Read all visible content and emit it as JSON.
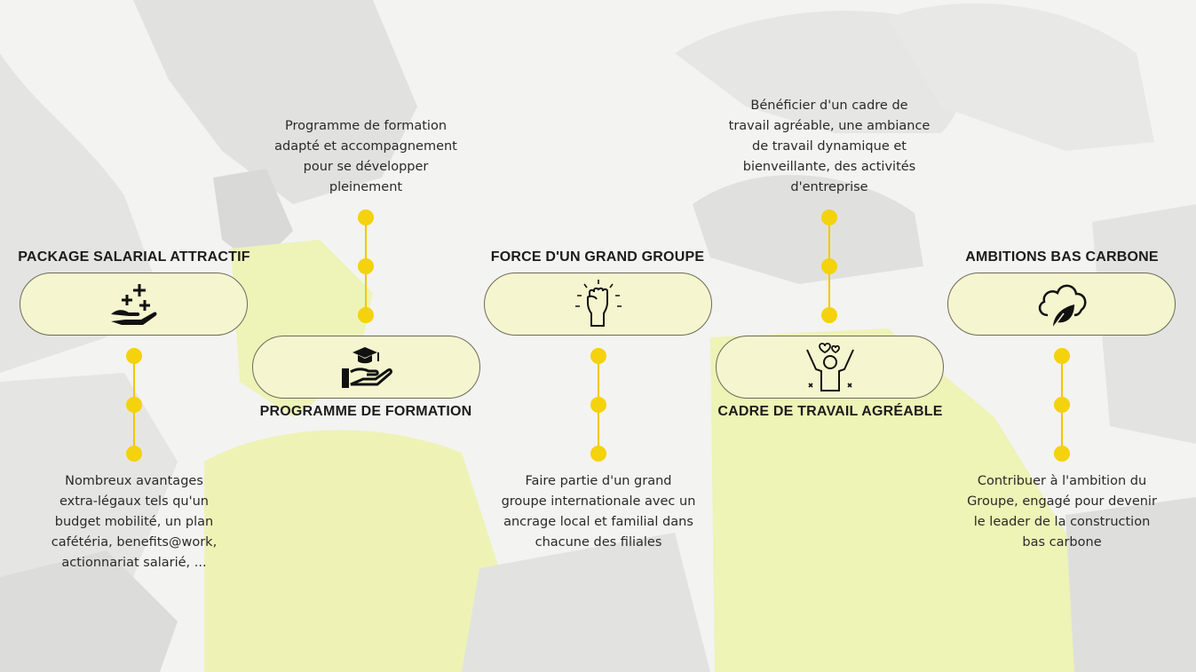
{
  "items": [
    {
      "title": "PACKAGE SALARIAL ATTRACTIF",
      "icon": "hand-with-plus-signs-icon",
      "lines": [
        "Nombreux avantages",
        "extra-légaux tels qu'un",
        "budget mobilité, un plan",
        "cafétéria, benefits@work,",
        "actionnariat salarié, ..."
      ]
    },
    {
      "title": "PROGRAMME DE FORMATION",
      "icon": "hand-with-graduation-cap-icon",
      "lines": [
        "Programme de formation",
        "adapté et accompagnement",
        "pour se développer",
        "pleinement"
      ]
    },
    {
      "title": "FORCE D'UN GRAND GROUPE",
      "icon": "raised-fist-icon",
      "lines": [
        "Faire partie d'un grand",
        "groupe internationale avec un",
        "ancrage local et familial dans",
        "chacune des filiales"
      ]
    },
    {
      "title": "CADRE DE TRAVAIL AGRÉABLE",
      "icon": "happy-person-hearts-icon",
      "lines": [
        "Bénéficier d'un cadre de",
        "travail agréable, une ambiance",
        "de travail dynamique et",
        "bienveillante, des activités",
        "d'entreprise"
      ]
    },
    {
      "title": "AMBITIONS BAS CARBONE",
      "icon": "cloud-leaf-icon",
      "lines": [
        "Contribuer à l'ambition du",
        "Groupe, engagé pour devenir",
        "le leader de la construction",
        "bas carbone"
      ]
    }
  ],
  "colors": {
    "accent": "#f4d20d",
    "pill_fill": "#f5f5cf",
    "background_vest": "#eef3b8"
  }
}
